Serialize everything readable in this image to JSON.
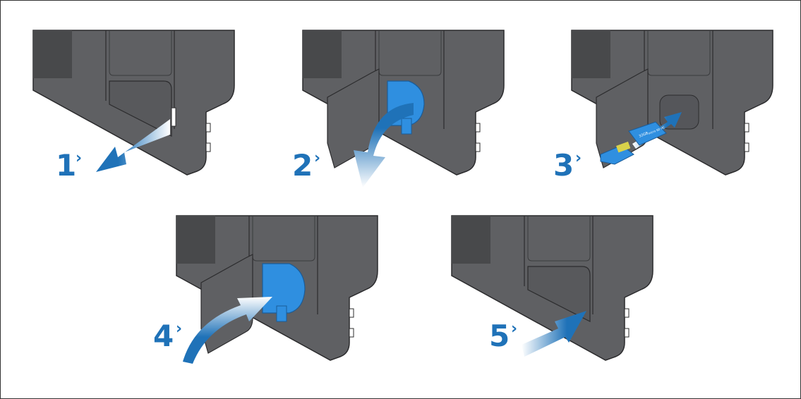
{
  "steps": [
    {
      "number": "1",
      "chevron": "›",
      "action": "open-door"
    },
    {
      "number": "2",
      "chevron": "›",
      "action": "swing-door-open"
    },
    {
      "number": "3",
      "chevron": "›",
      "action": "insert-card"
    },
    {
      "number": "4",
      "chevron": "›",
      "action": "close-door"
    },
    {
      "number": "5",
      "chevron": "›",
      "action": "push-door-shut"
    }
  ],
  "card_labels": {
    "capacity": "32GB",
    "type": "micro SD HC"
  },
  "colors": {
    "device": "#5f6063",
    "device_dark": "#48494b",
    "outline": "#2c2c2e",
    "accent": "#1f72b8",
    "latch": "#2f8fe0"
  }
}
